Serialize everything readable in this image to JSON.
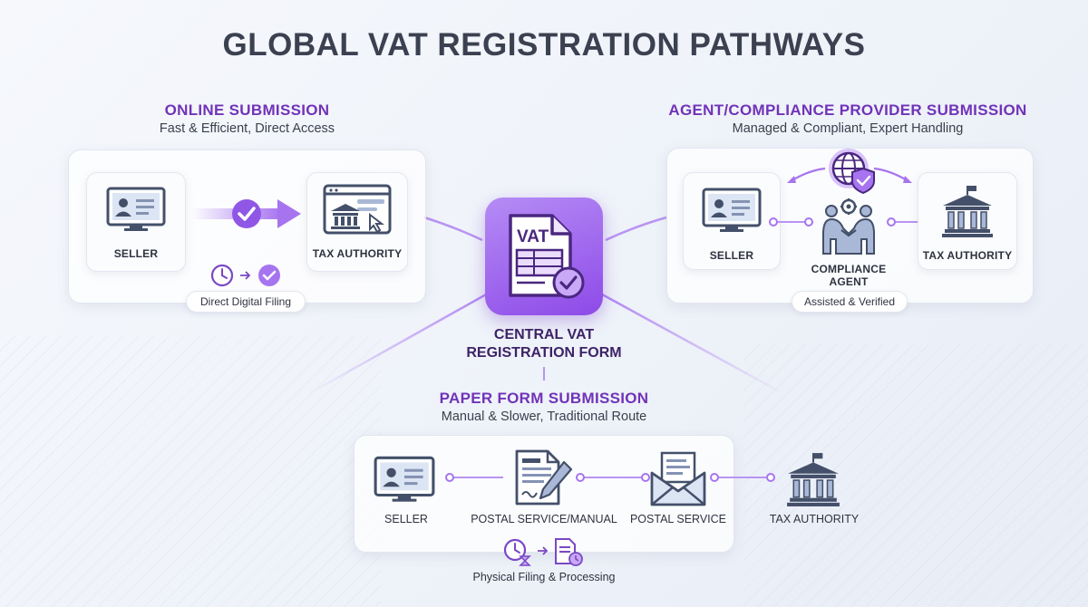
{
  "title": "GLOBAL VAT REGISTRATION PATHWAYS",
  "center": {
    "icon_text": "VAT",
    "label_line1": "CENTRAL VAT",
    "label_line2": "REGISTRATION FORM"
  },
  "online": {
    "title": "ONLINE SUBMISSION",
    "subtitle": "Fast & Efficient, Direct Access",
    "seller_label": "SELLER",
    "authority_label": "TAX AUTHORITY",
    "pill": "Direct Digital Filing"
  },
  "agent": {
    "title": "AGENT/COMPLIANCE PROVIDER SUBMISSION",
    "subtitle": "Managed & Compliant, Expert Handling",
    "seller_label": "SELLER",
    "agent_label_line1": "COMPLIANCE",
    "agent_label_line2": "AGENT",
    "authority_label": "TAX AUTHORITY",
    "pill": "Assisted & Verified"
  },
  "paper": {
    "title": "PAPER FORM SUBMISSION",
    "subtitle": "Manual & Slower, Traditional Route",
    "seller_label": "SELLER",
    "postal_manual_label": "POSTAL SERVICE/MANUAL",
    "postal_label": "POSTAL SERVICE",
    "authority_label": "TAX AUTHORITY",
    "footer": "Physical Filing & Processing"
  },
  "colors": {
    "accent": "#7133b8",
    "accent_light": "#a774f0",
    "icon_dark": "#44506a",
    "icon_blue": "#a9b8d6"
  }
}
